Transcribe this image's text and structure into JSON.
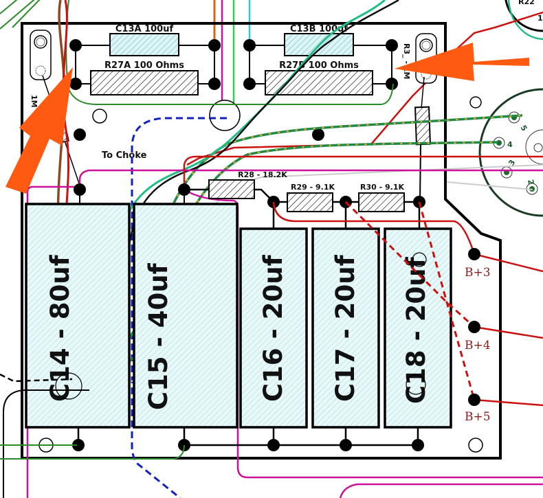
{
  "diagram": {
    "title": "Power supply filter board layout",
    "components": {
      "c13a": {
        "label": "C13A 100uf"
      },
      "c13b": {
        "label": "C13B 100uf"
      },
      "r27a": {
        "label": "R27A 100 Ohms"
      },
      "r27b": {
        "label": "R27B 100 Ohms"
      },
      "r3x": {
        "label": "R3_ - 1M"
      },
      "r_left": {
        "label": "1M"
      },
      "r28": {
        "label": "R28 - 18.2K"
      },
      "r29": {
        "label": "R29 - 9.1K"
      },
      "r30": {
        "label": "R30 - 9.1K"
      },
      "c14": {
        "label": "C14 - 80uf"
      },
      "c15": {
        "label": "C15 - 40uf"
      },
      "c16": {
        "label": "C16 - 20uf"
      },
      "c17": {
        "label": "C17 - 20uf"
      },
      "c18": {
        "label": "C18 - 20uf"
      },
      "r22": {
        "label": "R22"
      },
      "r22_value": {
        "label": "1."
      }
    },
    "annotations": {
      "to_choke": "To Choke",
      "b3": "B+3",
      "b4": "B+4",
      "b5": "B+5"
    },
    "tube_socket_pins": [
      "5",
      "4",
      "3",
      "2"
    ],
    "highlight_arrows": [
      "left-arrow-pointing-up-right",
      "right-arrow-pointing-left"
    ],
    "colors": {
      "board_outline": "#000000",
      "capacitor_fill": "#e8f7f8",
      "capacitor_hatch": "#7cc7cc",
      "arrow": "#ff5a12",
      "wire_red": "#cc1111",
      "wire_magenta": "#cc1199",
      "wire_green": "#2a8a2a",
      "wire_teal": "#22bb88",
      "wire_blue_dashed": "#1122bb",
      "wire_cyan": "#22ccdd",
      "wire_orange": "#e06010",
      "b_plus_text": "#8b1a1a"
    }
  }
}
